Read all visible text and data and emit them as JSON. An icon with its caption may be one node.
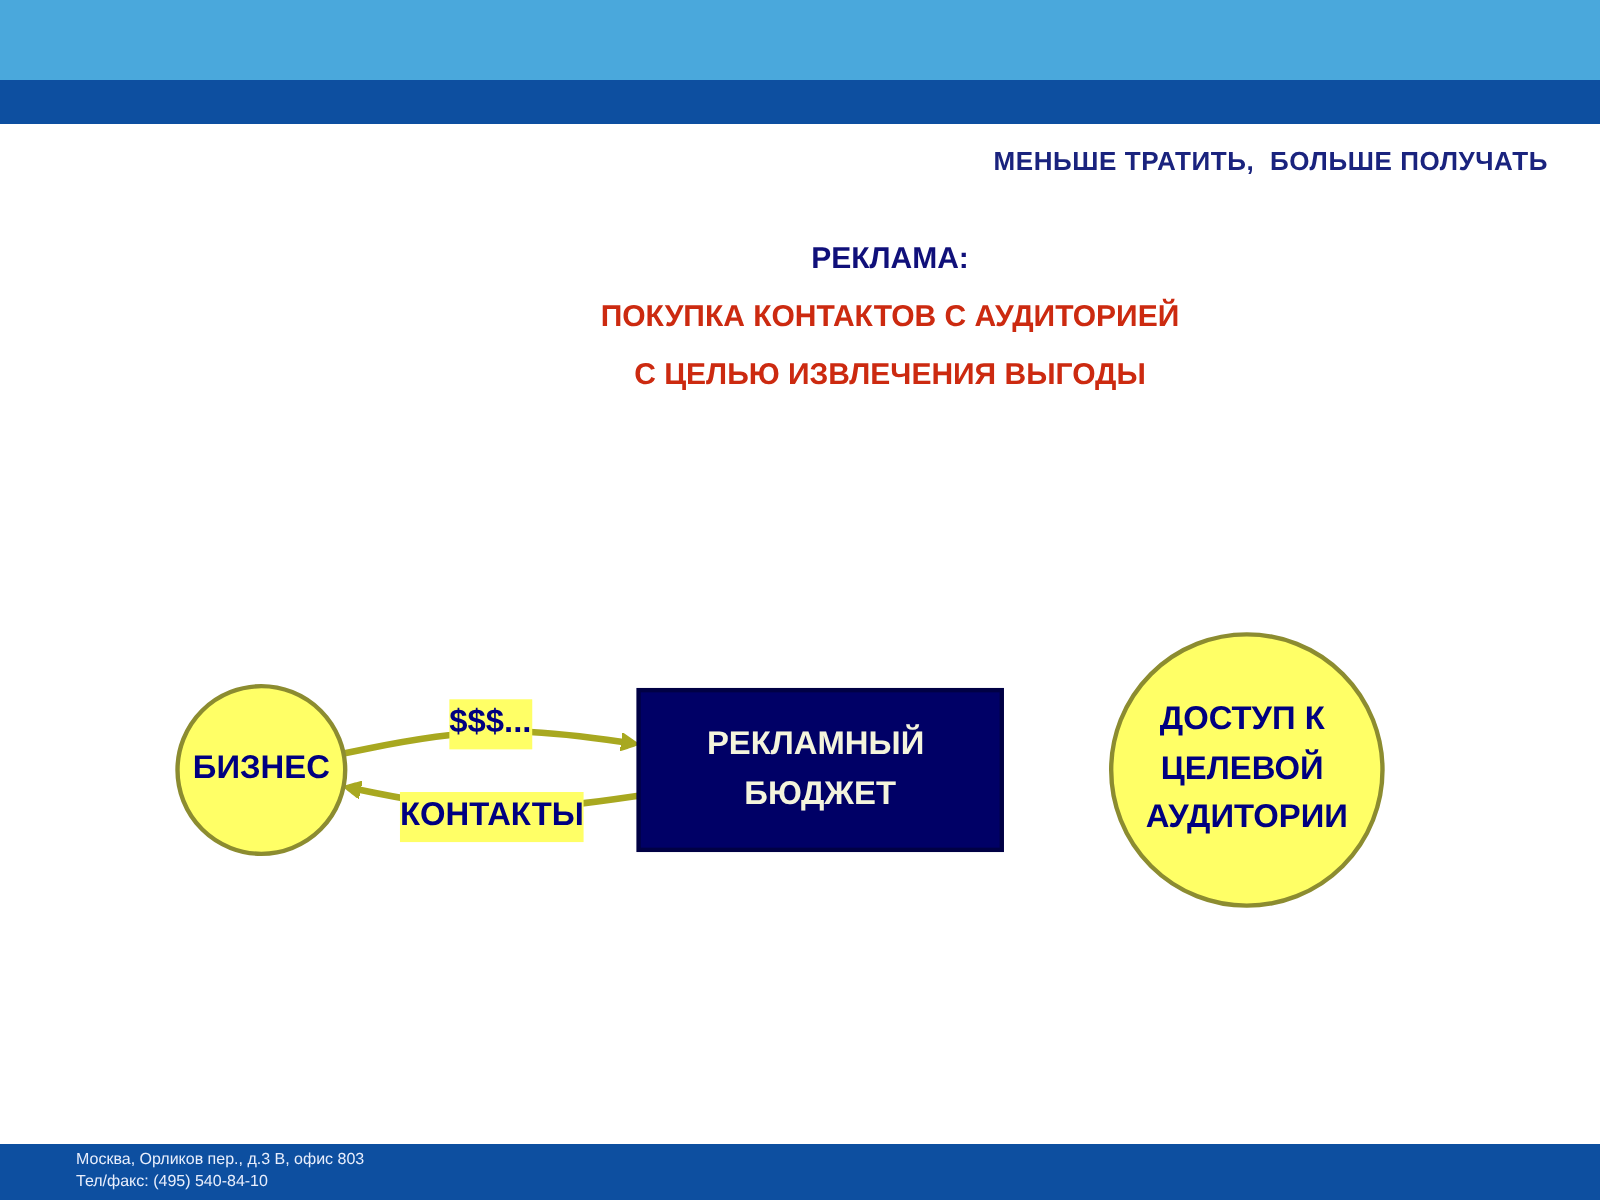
{
  "diagram": {
    "title": "РЕКЛАМА:",
    "nodes": [
      {
        "text": [
          "БИЗНЕС"
        ]
      },
      {
        "text": [
          "РЕКЛАМНЫЙ БЮДЖЕТ"
        ]
      },
      {
        "text": [
          "ДОСТУП К ЦЕЛЕВОЙ АУДИТОРИИ"
        ]
      }
    ],
    "edges": [
      {
        "from": 0,
        "to": 1,
        "arrow": "to",
        "label": "$$$..."
      },
      {
        "from": 1,
        "to": 0,
        "arrow": "to",
        "label": "КОНТАКТЫ"
      }
    ],
    "labels": [
      "МЕНЬШЕ ТРАТИТЬ,  БОЛЬШЕ ПОЛУЧАТЬ",
      "ПОКУПКА КОНТАКТОВ С АУДИТОРИЕЙ С ЦЕЛЬЮ ИЗВЛЕЧЕНИЯ ВЫГОДЫ",
      "Москва, Орликов пер., д.3 В, офис 803",
      "Тел/факс: (495) 540-84-10"
    ]
  }
}
